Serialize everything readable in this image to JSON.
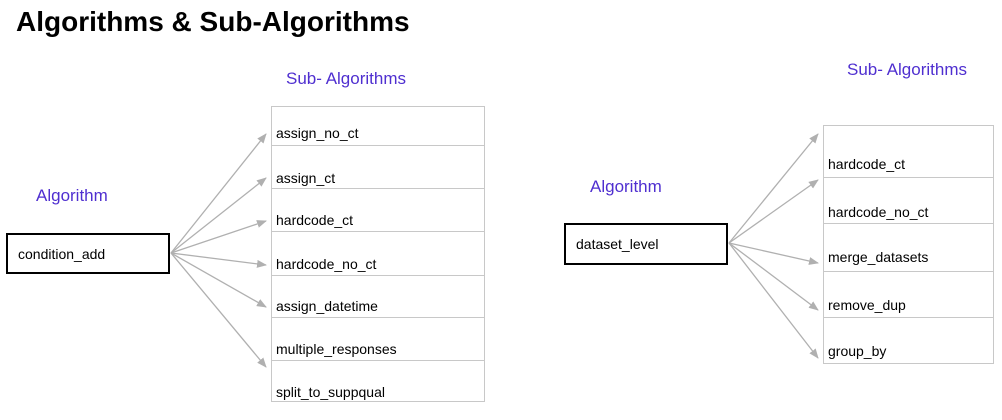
{
  "title": "Algorithms & Sub-Algorithms",
  "colors": {
    "accent": "#4f2fd0",
    "arrow": "#b0b0b0",
    "border": "#c8c8c8"
  },
  "left": {
    "algorithm_label": "Algorithm",
    "sub_label": "Sub- Algorithms",
    "algorithm": "condition_add",
    "sub_algorithms": [
      "assign_no_ct",
      "assign_ct",
      "hardcode_ct",
      "hardcode_no_ct",
      "assign_datetime",
      "multiple_responses",
      "split_to_suppqual"
    ]
  },
  "right": {
    "algorithm_label": "Algorithm",
    "sub_label": "Sub- Algorithms",
    "algorithm": "dataset_level",
    "sub_algorithms": [
      "hardcode_ct",
      "hardcode_no_ct",
      "merge_datasets",
      "remove_dup",
      "group_by"
    ]
  }
}
